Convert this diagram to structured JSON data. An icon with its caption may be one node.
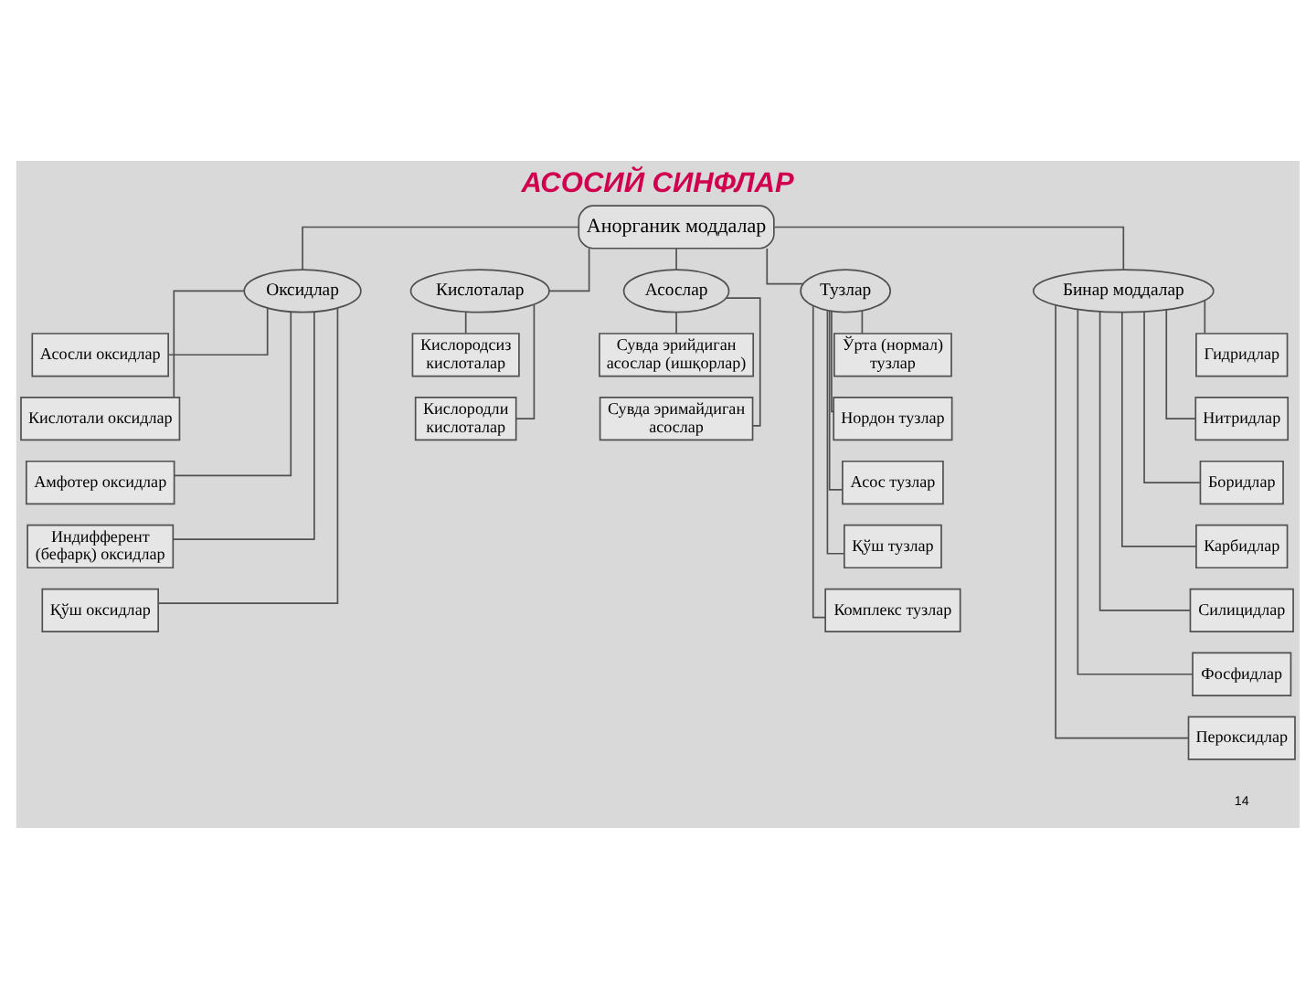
{
  "diagram": {
    "title": "АСОСИЙ СИНФЛАР",
    "nodes": [
      {
        "text": [
          "Анорганик моддалар"
        ]
      },
      {
        "text": [
          "Оксидлар"
        ]
      },
      {
        "text": [
          "Кислоталар"
        ]
      },
      {
        "text": [
          "Асослар"
        ]
      },
      {
        "text": [
          "Тузлар"
        ]
      },
      {
        "text": [
          "Бинар моддалар"
        ]
      },
      {
        "text": [
          "Асосли оксидлар"
        ]
      },
      {
        "text": [
          "Кислотали оксидлар"
        ]
      },
      {
        "text": [
          "Амфотер оксидлар"
        ]
      },
      {
        "text": [
          "Индифферент (бефарқ) оксидлар"
        ]
      },
      {
        "text": [
          "Қўш оксидлар"
        ]
      },
      {
        "text": [
          "Кислородсиз кислоталар"
        ]
      },
      {
        "text": [
          "Кислородли кислоталар"
        ]
      },
      {
        "text": [
          "Сувда эрийдиган асослар (ишқорлар)"
        ]
      },
      {
        "text": [
          "Сувда эримайдиган асослар"
        ]
      },
      {
        "text": [
          "Ўрта (нормал) тузлар"
        ]
      },
      {
        "text": [
          "Нордон тузлар"
        ]
      },
      {
        "text": [
          "Асос тузлар"
        ]
      },
      {
        "text": [
          "Қўш тузлар"
        ]
      },
      {
        "text": [
          "Комплекс тузлар"
        ]
      },
      {
        "text": [
          "Гидридлар"
        ]
      },
      {
        "text": [
          "Нитридлар"
        ]
      },
      {
        "text": [
          "Боридлар"
        ]
      },
      {
        "text": [
          "Карбидлар"
        ]
      },
      {
        "text": [
          "Силицидлар"
        ]
      },
      {
        "text": [
          "Фосфидлар"
        ]
      },
      {
        "text": [
          "Пероксидлар"
        ]
      }
    ],
    "edges": [
      {
        "from": 0,
        "to": 1,
        "arrow": "none"
      },
      {
        "from": 0,
        "to": 2,
        "arrow": "none"
      },
      {
        "from": 0,
        "to": 3,
        "arrow": "none"
      },
      {
        "from": 0,
        "to": 4,
        "arrow": "none"
      },
      {
        "from": 0,
        "to": 5,
        "arrow": "none"
      },
      {
        "from": 1,
        "to": 6,
        "arrow": "none"
      },
      {
        "from": 1,
        "to": 7,
        "arrow": "none"
      },
      {
        "from": 1,
        "to": 8,
        "arrow": "none"
      },
      {
        "from": 1,
        "to": 9,
        "arrow": "none"
      },
      {
        "from": 1,
        "to": 10,
        "arrow": "none"
      },
      {
        "from": 2,
        "to": 11,
        "arrow": "none"
      },
      {
        "from": 2,
        "to": 12,
        "arrow": "none"
      },
      {
        "from": 3,
        "to": 13,
        "arrow": "none"
      },
      {
        "from": 3,
        "to": 14,
        "arrow": "none"
      },
      {
        "from": 4,
        "to": 15,
        "arrow": "none"
      },
      {
        "from": 4,
        "to": 16,
        "arrow": "none"
      },
      {
        "from": 4,
        "to": 17,
        "arrow": "none"
      },
      {
        "from": 4,
        "to": 18,
        "arrow": "none"
      },
      {
        "from": 4,
        "to": 19,
        "arrow": "none"
      },
      {
        "from": 5,
        "to": 20,
        "arrow": "none"
      },
      {
        "from": 5,
        "to": 21,
        "arrow": "none"
      },
      {
        "from": 5,
        "to": 22,
        "arrow": "none"
      },
      {
        "from": 5,
        "to": 23,
        "arrow": "none"
      },
      {
        "from": 5,
        "to": 24,
        "arrow": "none"
      },
      {
        "from": 5,
        "to": 25,
        "arrow": "none"
      },
      {
        "from": 5,
        "to": 26,
        "arrow": "none"
      }
    ],
    "labels": [
      "14"
    ]
  }
}
